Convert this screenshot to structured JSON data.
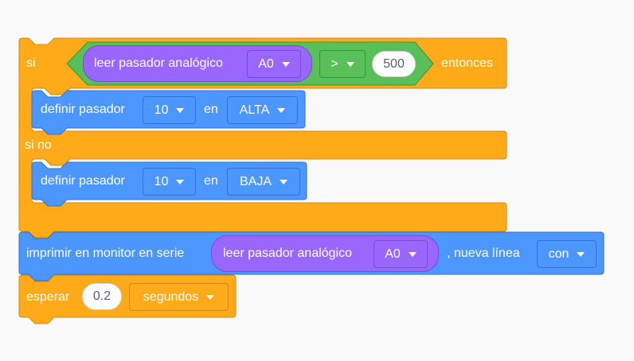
{
  "colors": {
    "control": "#ffab19",
    "control_border": "#cf8b17",
    "pins": "#4c97ff",
    "pins_border": "#3373cc",
    "sensing": "#9966ff",
    "operator": "#59c059"
  },
  "if_block": {
    "if_label": "si",
    "then_label": "entonces",
    "else_label": "si no",
    "condition": {
      "reporter_label": "leer pasador analógico",
      "pin_value": "A0",
      "operator": ">",
      "threshold": "500"
    },
    "then_branch": {
      "label": "definir pasador",
      "pin": "10",
      "mid_label": "en",
      "state": "ALTA"
    },
    "else_branch": {
      "label": "definir pasador",
      "pin": "10",
      "mid_label": "en",
      "state": "BAJA"
    }
  },
  "print_block": {
    "label": "imprimir en monitor en serie",
    "reporter_label": "leer pasador analógico",
    "pin_value": "A0",
    "newline_label": ", nueva línea",
    "newline_value": "con"
  },
  "wait_block": {
    "label": "esperar",
    "value": "0.2",
    "unit": "segundos"
  }
}
